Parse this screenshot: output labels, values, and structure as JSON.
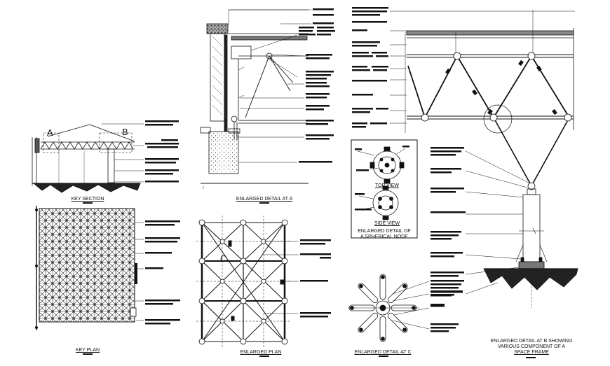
{
  "drawing": {
    "titles": {
      "key_section": "KEY SECTION",
      "key_plan": "KEY PLAN",
      "enlarged_detail_a": "ENLARGED DETAIL AT A",
      "enlarged_plan": "ENLARGED PLAN",
      "enlarged_detail_c": "ENLARGED DETAIL AT C",
      "top_view": "TOP VIEW",
      "side_view": "SIDE VIEW",
      "spherical_node": "ENLARGED DETAIL OF A SPHERICAL NODE",
      "detail_b_line1": "ENLARGED DETAIL AT B SHOWING",
      "detail_b_line2": "VARIOUS COMPONENT OF A",
      "detail_b_line3": "SPACE FRAME"
    },
    "markers": {
      "a": "A",
      "b": "B",
      "c": "C"
    }
  }
}
